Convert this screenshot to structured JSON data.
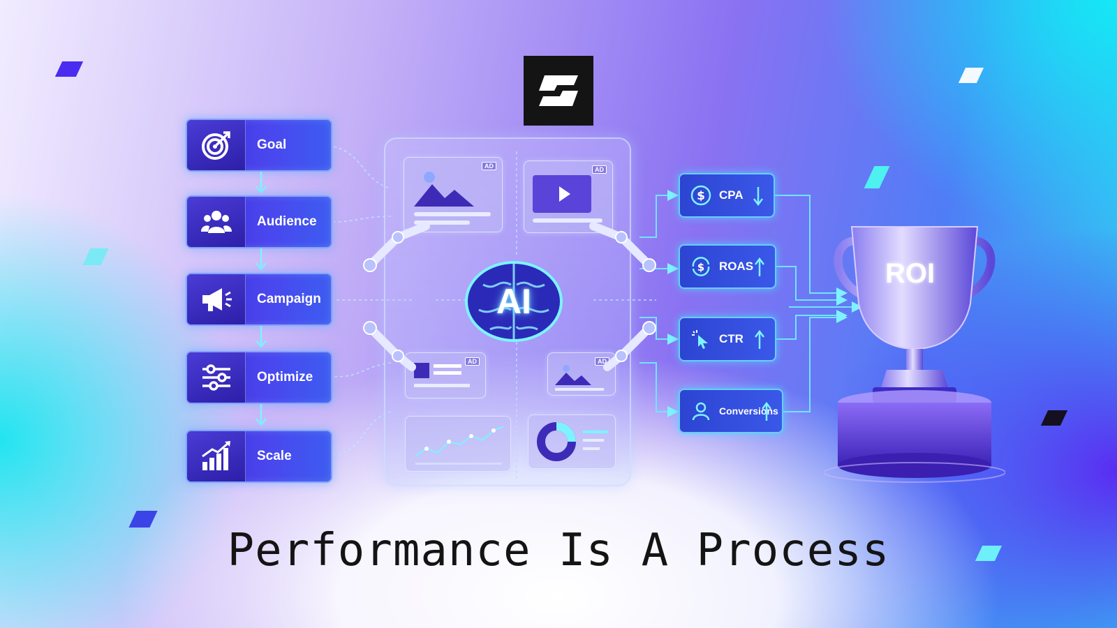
{
  "logo": {
    "icon": "brand-logo-icon",
    "background": "#141414"
  },
  "process_steps": [
    {
      "label": "Goal",
      "icon": "target-icon"
    },
    {
      "label": "Audience",
      "icon": "people-icon"
    },
    {
      "label": "Campaign",
      "icon": "megaphone-icon"
    },
    {
      "label": "Optimize",
      "icon": "sliders-icon"
    },
    {
      "label": "Scale",
      "icon": "bar-chart-up-icon"
    }
  ],
  "ai_hub": {
    "label": "AI",
    "ad_tags": [
      "AD",
      "AD",
      "AD",
      "AD"
    ]
  },
  "metrics": [
    {
      "label": "CPA",
      "icon": "dollar-cycle-icon",
      "trend": "down"
    },
    {
      "label": "ROAS",
      "icon": "dollar-refresh-icon",
      "trend": "up"
    },
    {
      "label": "CTR",
      "icon": "cursor-click-icon",
      "trend": "up"
    },
    {
      "label": "Conversions",
      "icon": "user-icon",
      "trend": "up"
    }
  ],
  "outcome": {
    "label": "ROI",
    "icon": "trophy-icon"
  },
  "headline": "Performance Is A Process",
  "colors": {
    "step_fill": "#4a46ee",
    "metric_border": "#6edcff",
    "glow": "#6bd8ff",
    "text_dark": "#141414"
  }
}
